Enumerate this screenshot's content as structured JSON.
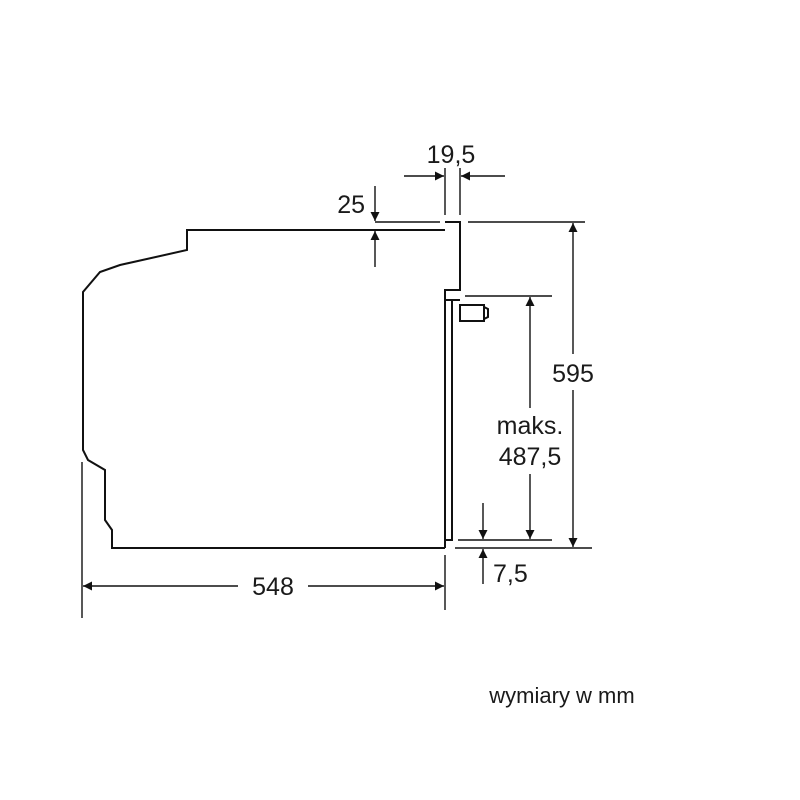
{
  "dimensions": {
    "top_gap": "25",
    "panel_thickness": "19,5",
    "total_height": "595",
    "max_label": "maks.",
    "max_height": "487,5",
    "bottom_gap": "7,5",
    "depth": "548"
  },
  "caption": "wymiary w mm",
  "colors": {
    "line": "#111111",
    "background": "#ffffff"
  }
}
